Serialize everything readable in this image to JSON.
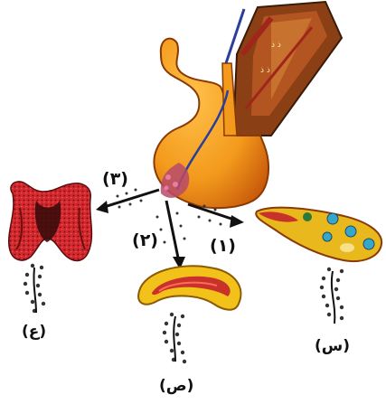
{
  "colors": {
    "gland_orange": "#f39a1c",
    "gland_dark": "#c85a0a",
    "brain_brown": "#8a3f14",
    "brain_red": "#a0261b",
    "thyroid_red": "#d2282e",
    "thyroid_dark": "#3b0b0b",
    "adrenal_yellow": "#f3c21a",
    "adrenal_red": "#c8322a",
    "ovary_yellow": "#e8b81c",
    "ovary_blue": "#36a6c9",
    "dots": "#333333",
    "vessel_blue": "#2b3f9a"
  },
  "labels": {
    "arrow_1": "(١)",
    "arrow_2": "(٢)",
    "arrow_3": "(٣)",
    "gland_s": "(س)",
    "gland_sad": "(ص)",
    "gland_ain": "(ع)"
  },
  "icons": {
    "pituitary": "pituitary-gland-icon",
    "thyroid": "thyroid-gland-icon",
    "adrenal": "adrenal-gland-icon",
    "gonad": "gonad-gland-icon"
  }
}
